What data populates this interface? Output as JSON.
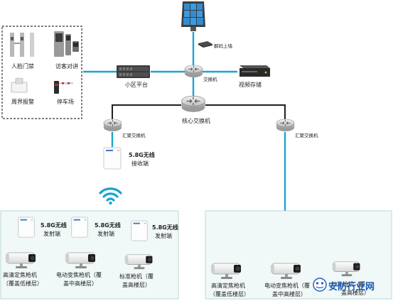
{
  "colors": {
    "cyan_link": "#1ca3cf",
    "backbone": "#1f1f1f",
    "panel_bg": "#f1f8f8",
    "panel_border": "#b9d7d7",
    "accent_blue": "#2a63b0"
  },
  "access_box": {
    "face_label": "人脸门禁",
    "intercom_label": "访客对讲",
    "perimeter_label": "周界报警",
    "parking_label": "停车场"
  },
  "top": {
    "decoder_label": "解码上墙",
    "switch_label": "交换机",
    "community_label": "小区平台",
    "storage_label": "视频存储",
    "core_label": "核心交换机"
  },
  "left_agg": {
    "switch_label": "汇聚交换机",
    "receiver_label_1": "5.8G无线",
    "receiver_label_2": "接收端"
  },
  "right_agg": {
    "switch_label": "汇聚交换机"
  },
  "left_panel": {
    "tx_labels": [
      [
        "5.8G无线",
        "发射端"
      ],
      [
        "5.8G无线",
        "发射端"
      ],
      [
        "5.8G无线",
        "发射端"
      ]
    ],
    "camera_labels": [
      [
        "高清定焦枪机",
        "（覆盖低楼层）"
      ],
      [
        "电动变焦枪机（覆",
        "盖中高楼层）"
      ],
      [
        "标准枪机（覆",
        "盖高楼层）"
      ]
    ]
  },
  "right_panel": {
    "camera_labels": [
      [
        "高清定焦枪机",
        "（覆盖低楼层）"
      ],
      [
        "电动变焦枪机（覆",
        "盖中高楼层）"
      ],
      [
        "标准枪机（覆",
        "盖高楼层）"
      ]
    ]
  },
  "watermark": {
    "text": "安防行业网"
  }
}
